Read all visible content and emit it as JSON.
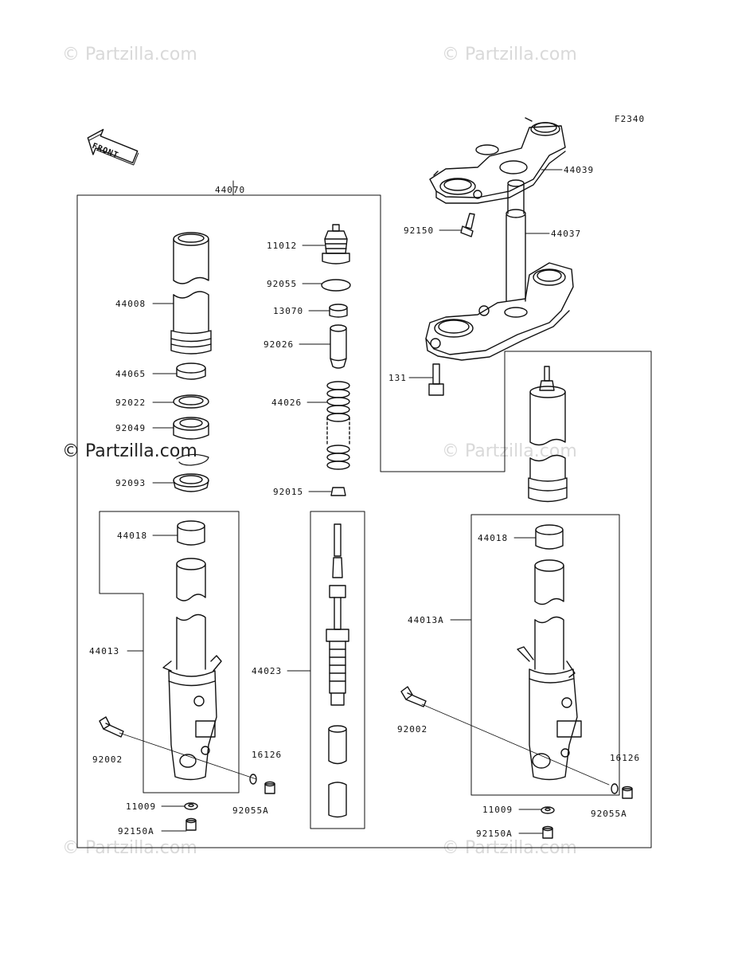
{
  "watermark": "© Partzilla.com",
  "figure_code": "F2340",
  "front_label": "FRONT",
  "parts": {
    "p44070": "44070",
    "p44039": "44039",
    "p92150": "92150",
    "p44037": "44037",
    "p11012": "11012",
    "p92055": "92055",
    "p13070": "13070",
    "p92026": "92026",
    "p44026": "44026",
    "p92015": "92015",
    "p131": "131",
    "p44008": "44008",
    "p44065": "44065",
    "p92022": "92022",
    "p92049": "92049",
    "p92093": "92093",
    "p44018_l": "44018",
    "p44013": "44013",
    "p92002_l": "92002",
    "p16126_l": "16126",
    "p92055A_l": "92055A",
    "p11009_l": "11009",
    "p92150A_l": "92150A",
    "p44023": "44023",
    "p44018_r": "44018",
    "p44013A": "44013A",
    "p92002_r": "92002",
    "p16126_r": "16126",
    "p92055A_r": "92055A",
    "p11009_r": "11009",
    "p92150A_r": "92150A"
  }
}
